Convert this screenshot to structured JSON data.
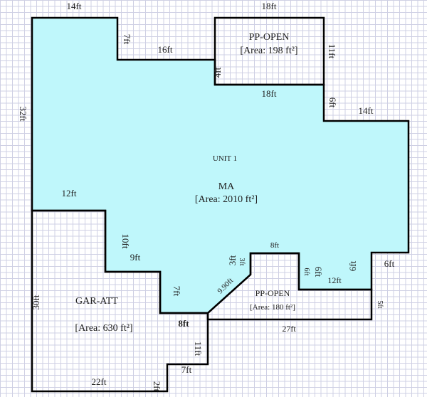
{
  "areas": {
    "ma": {
      "unit": "UNIT 1",
      "name": "MA",
      "area": "[Area: 2010 ft²]",
      "fill": "#bff7fb"
    },
    "pp_top": {
      "name": "PP-OPEN",
      "area": "[Area: 198 ft²]"
    },
    "pp_bottom": {
      "name": "PP-OPEN",
      "area": "[Area: 180 ft²]"
    },
    "gar": {
      "name": "GAR-ATT",
      "area": "[Area: 630 ft²]"
    }
  },
  "dims": {
    "d14a": "14ft",
    "d7a": "7ft",
    "d16": "16ft",
    "d18a": "18ft",
    "d11a": "11ft",
    "d4": "4ft",
    "d18b": "18ft",
    "d6a": "6ft",
    "d14b": "14ft",
    "d32": "32ft",
    "d12a": "12ft",
    "d10": "10ft",
    "d9": "9ft",
    "d7b": "7ft",
    "d990": "9.90ft",
    "d3a": "3ft",
    "d3b": "3ft",
    "d8a": "8ft",
    "d6b": "6ft",
    "d6c": "6ft",
    "d6d": "6ft",
    "d12b": "12ft",
    "d5": "5ft",
    "d27": "27ft",
    "d8b": "8ft",
    "d11b": "11ft",
    "d7c": "7ft",
    "d30": "30ft",
    "d22": "22ft",
    "d2": "2ft"
  }
}
